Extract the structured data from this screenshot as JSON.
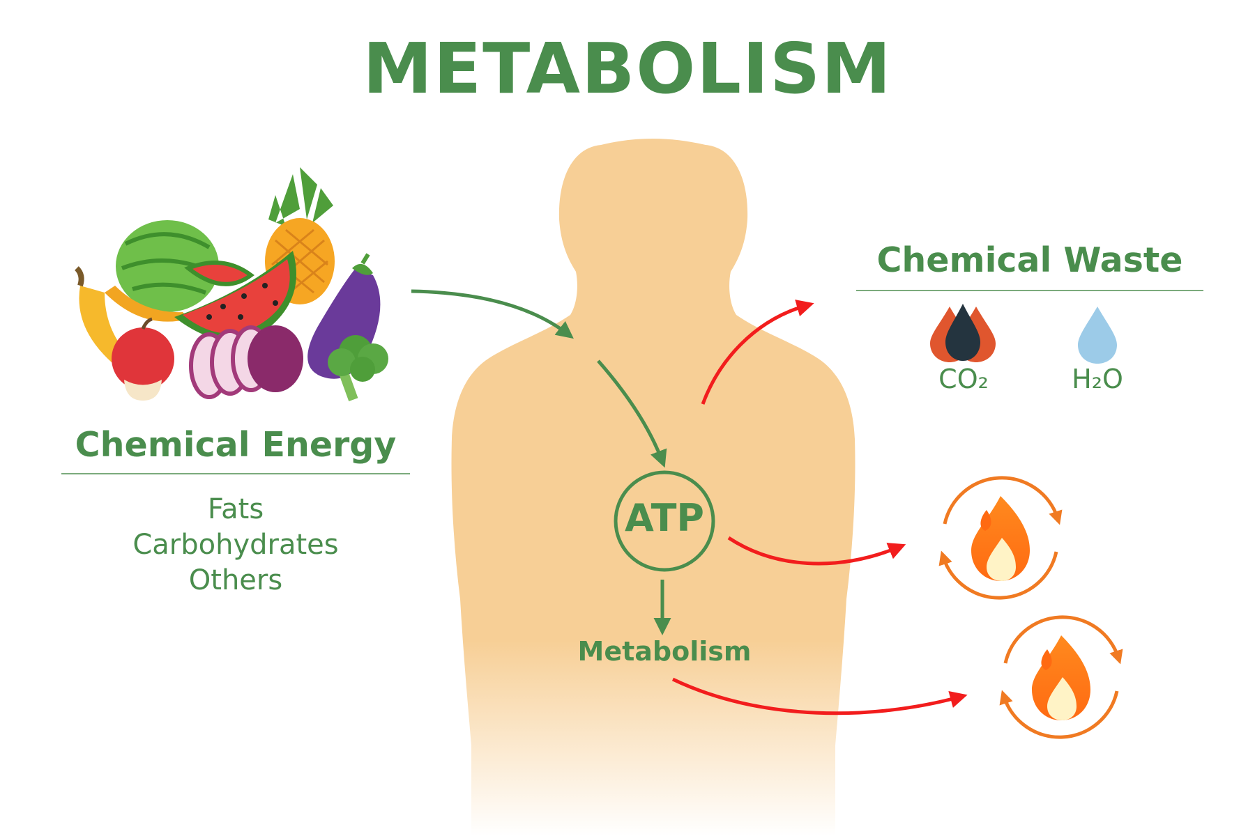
{
  "title": "METABOLISM",
  "energy": {
    "heading": "Chemical Energy",
    "items": [
      "Fats",
      "Carbohydrates",
      "Others"
    ],
    "image": "fruits-vegetables-illustration"
  },
  "waste": {
    "heading": "Chemical Waste",
    "items": [
      {
        "label": "CO₂",
        "icon": "co2-drops-icon"
      },
      {
        "label": "H₂O",
        "icon": "water-drop-icon"
      }
    ]
  },
  "process": {
    "atp": "ATP",
    "metabolism": "Metabolism"
  },
  "icons": [
    "human-silhouette",
    "heat-cycle-icon"
  ],
  "colors": {
    "green": "#4a8d4d",
    "red_arrow": "#f21d1d",
    "orange": "#f07a22",
    "skin": "#f7cf96",
    "water": "#9ccbe8"
  }
}
